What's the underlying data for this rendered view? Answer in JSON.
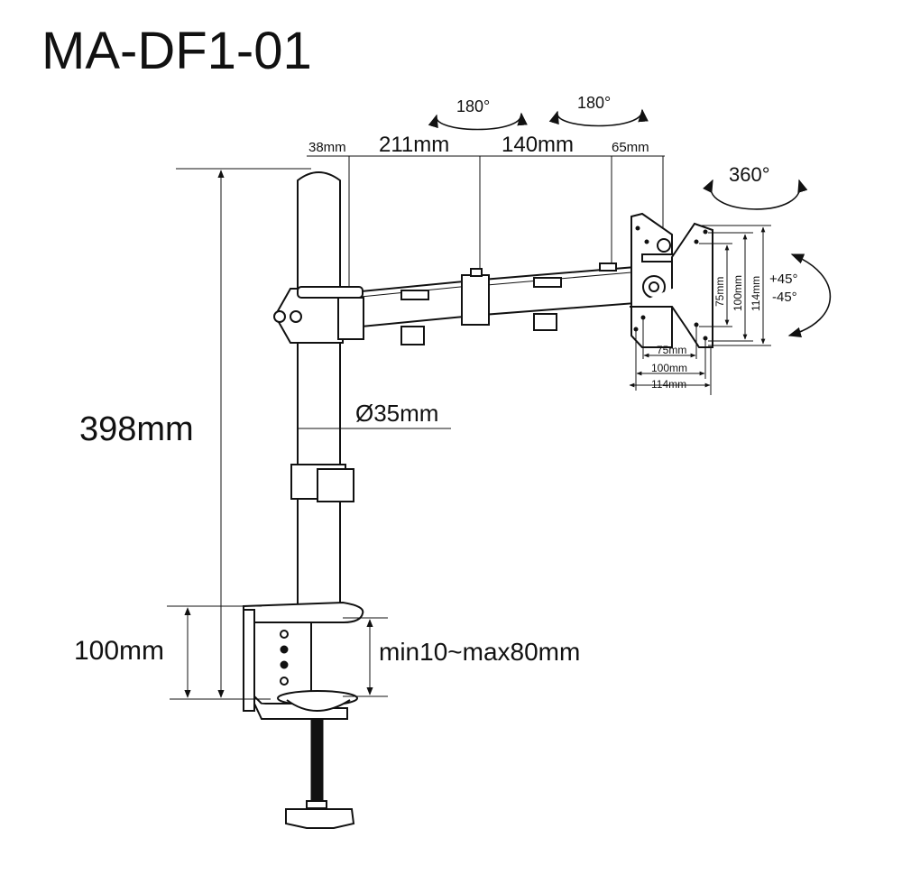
{
  "title": "MA-DF1-01",
  "dimensions": {
    "pole_height": "398mm",
    "base_height": "100mm",
    "clamp_range": "min10~max80mm",
    "pole_diameter": "Ø35mm",
    "arm_offset_1": "38mm",
    "arm_segment_1": "211mm",
    "arm_segment_2": "140mm",
    "arm_offset_2": "65mm"
  },
  "rotation": {
    "arm_joint_1": "180°",
    "arm_joint_2": "180°",
    "swivel": "360°",
    "tilt_up": "+45°",
    "tilt_down": "-45°"
  },
  "vesa": {
    "v75": "75mm",
    "v100": "100mm",
    "v114": "114mm",
    "h75": "75mm",
    "h100": "100mm",
    "h114": "114mm"
  }
}
